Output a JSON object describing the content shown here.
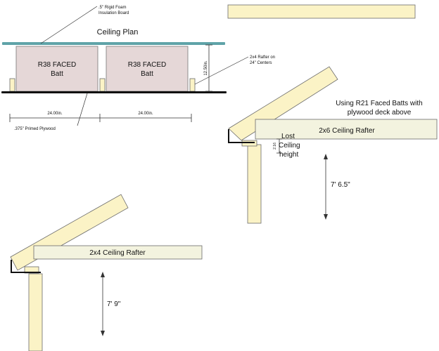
{
  "colors": {
    "wood": "#fbf3c6",
    "wood_stroke": "#6b6b6b",
    "batt": "#e5d7d7",
    "batt_stroke": "#777777",
    "foam": "#5fa3a8",
    "plywood": "#111111",
    "ceiling_rafter": "#f3f3df",
    "dim_line": "#333333"
  },
  "ceiling_plan": {
    "title": "Ceiling Plan",
    "foam_label_line1": ".5\" Rigid Foam",
    "foam_label_line2": "Insulation Board",
    "batt_left_line1": "R38 FACED",
    "batt_left_line2": "Batt",
    "batt_right_line1": "R38 FACED",
    "batt_right_line2": "Batt",
    "rafter_label_line1": "2x4 Rafter on",
    "rafter_label_line2": "24\" Centers",
    "height_dim": "12.50in.",
    "width_dim_left": "24.00in.",
    "width_dim_right": "24.00in.",
    "plywood_label": ".375\" Primed Plywood"
  },
  "upper_detail": {
    "note_line1": "Using R21 Faced Batts with",
    "note_line2": "plywood deck above",
    "rafter_label": "2x6 Ceiling Rafter",
    "lost_line1": "Lost",
    "lost_line2": "Ceiling",
    "lost_line3": "height",
    "lost_dim": "2.16",
    "height_label": "7' 6.5\""
  },
  "lower_detail": {
    "rafter_label": "2x4 Ceiling Rafter",
    "height_label": "7' 9\""
  }
}
